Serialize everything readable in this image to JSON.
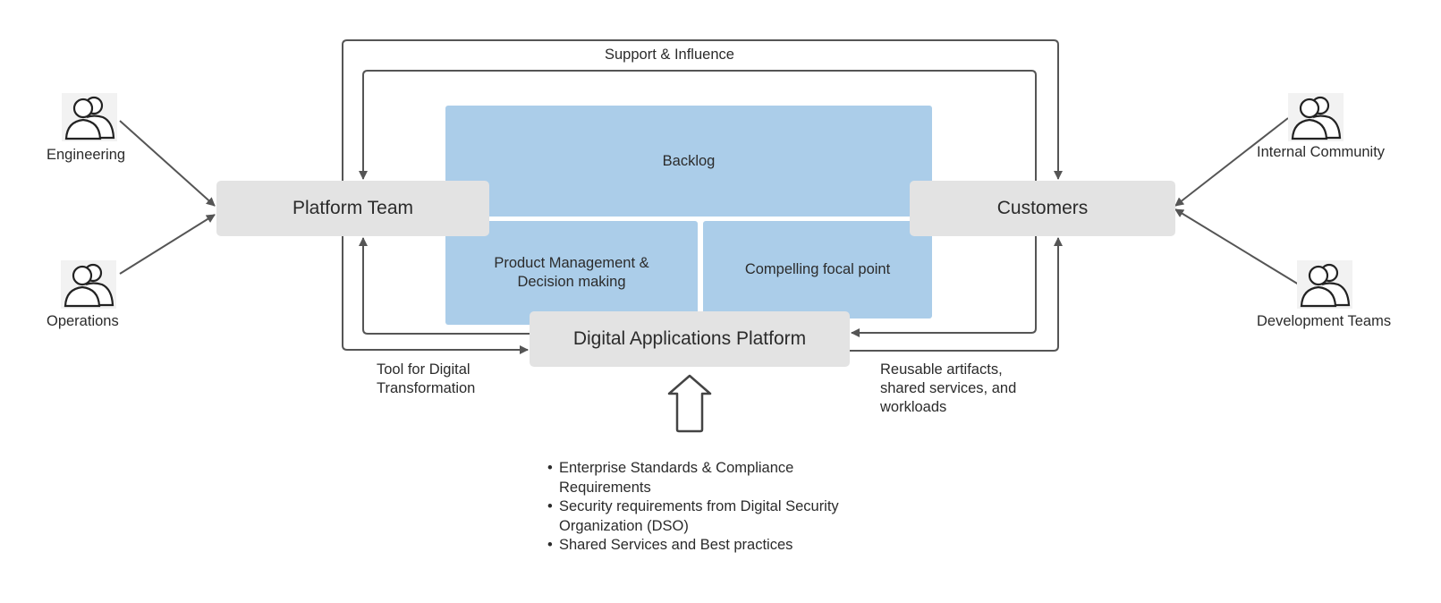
{
  "diagram": {
    "support_label": "Support & Influence",
    "backlog": "Backlog",
    "product_management": "Product Management & Decision making",
    "focal_point": "Compelling focal point",
    "platform_team": "Platform Team",
    "customers": "Customers",
    "dap": "Digital Applications Platform",
    "tool_label_line1": "Tool for Digital",
    "tool_label_line2": "Transformation",
    "reusable_line1": "Reusable artifacts,",
    "reusable_line2": "shared services, and",
    "reusable_line3": "workloads",
    "actors": {
      "engineering": "Engineering",
      "operations": "Operations",
      "internal_community": "Internal Community",
      "development_teams": "Development Teams"
    },
    "requirements": [
      "Enterprise Standards & Compliance Requirements",
      "Security requirements from Digital Security Organization (DSO)",
      "Shared Services and Best practices"
    ],
    "colors": {
      "blue_box": "#abcde9",
      "gray_box": "#e3e3e3",
      "connector": "#555555"
    }
  }
}
